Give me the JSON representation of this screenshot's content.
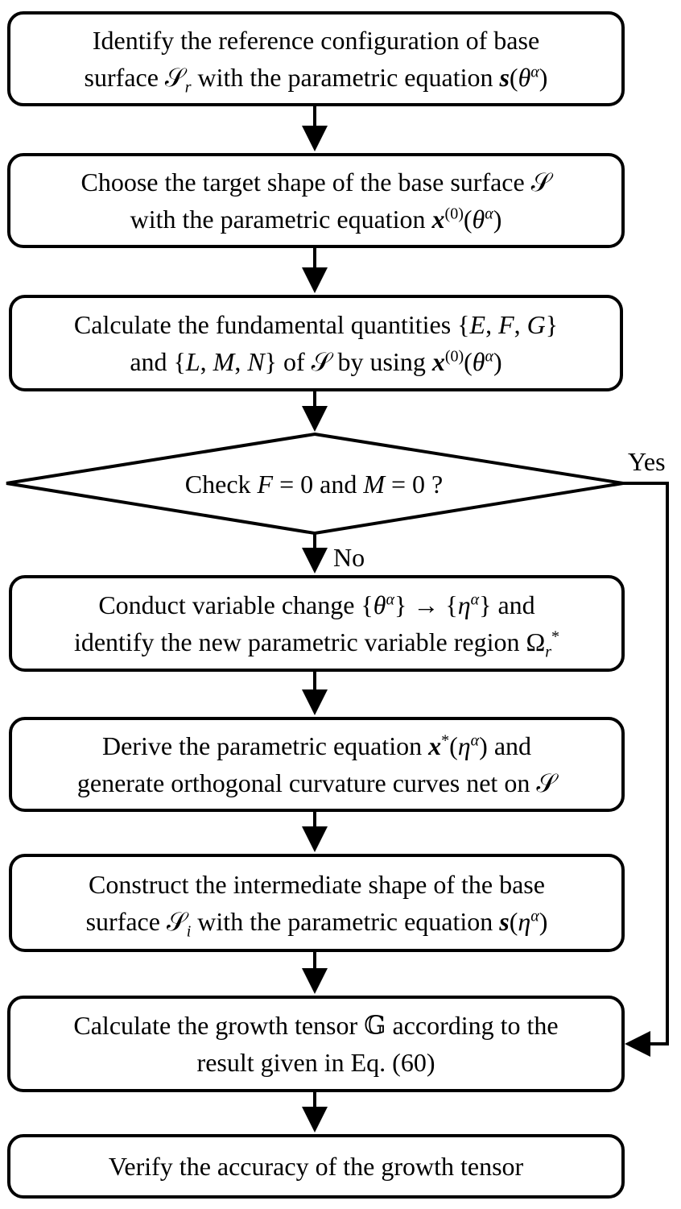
{
  "steps": [
    {
      "line1": [
        "Identify the reference configuration of base"
      ],
      "line2": [
        "surface ",
        "𝒮",
        "r",
        " with the parametric equation ",
        "s",
        "(",
        "θ",
        "α",
        ")"
      ]
    },
    {
      "line1": [
        "Choose the target shape of the base surface ",
        "𝒮"
      ],
      "line2": [
        "with the parametric equation ",
        "x",
        "(0)",
        "(",
        "θ",
        "α",
        ")"
      ]
    },
    {
      "line1": [
        "Calculate the fundamental quantities {",
        "E",
        ", ",
        "F",
        ", ",
        "G",
        "}"
      ],
      "line2": [
        "and {",
        "L",
        ", ",
        "M",
        ", ",
        "N",
        "} of ",
        "𝒮",
        " by using ",
        "x",
        "(0)",
        "(",
        "θ",
        "α",
        ")"
      ]
    },
    {
      "line1": [
        "Conduct variable change {",
        "θ",
        "α",
        "} → {",
        "η",
        "α",
        "} and"
      ],
      "line2": [
        "identify the new parametric variable region Ω",
        "r",
        "*"
      ]
    },
    {
      "line1": [
        "Derive the parametric equation ",
        "x",
        "*",
        "(",
        "η",
        "α",
        ") and"
      ],
      "line2": [
        "generate orthogonal curvature curves net on ",
        "𝒮"
      ]
    },
    {
      "line1": [
        "Construct the intermediate shape of the base"
      ],
      "line2": [
        "surface ",
        "𝒮",
        "i",
        " with the parametric equation ",
        "s",
        "(",
        "η",
        "α",
        ")"
      ]
    },
    {
      "line1": [
        "Calculate the growth tensor ",
        "𝔾",
        " according to the"
      ],
      "line2": [
        "result given in Eq. (60)"
      ]
    },
    {
      "line1": [
        "Verify the accuracy of the growth tensor"
      ]
    }
  ],
  "decision": {
    "parts": [
      "Check ",
      "F",
      " = 0 and ",
      "M",
      " = 0 ?"
    ],
    "yes_label": "Yes",
    "no_label": "No"
  }
}
